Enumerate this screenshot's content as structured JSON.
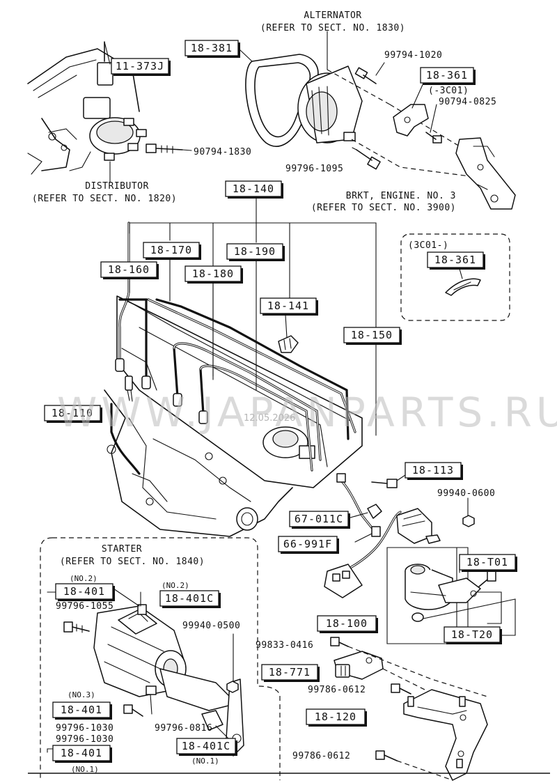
{
  "titles": {
    "alternator": "ALTERNATOR",
    "alternator_ref": "(REFER TO SECT. NO. 1830)",
    "distributor": "DISTRIBUTOR",
    "distributor_ref": "(REFER TO SECT. NO. 1820)",
    "brkt": "BRKT, ENGINE. NO. 3",
    "brkt_ref": "(REFER TO SECT. NO. 3900)",
    "starter": "STARTER",
    "starter_ref": "(REFER TO SECT. NO. 1840)"
  },
  "boxed_parts": {
    "p11_373J": "11-373J",
    "p18_381": "18-381",
    "p18_361": "18-361",
    "p18_140": "18-140",
    "p18_170": "18-170",
    "p18_190": "18-190",
    "p18_160": "18-160",
    "p18_180": "18-180",
    "p18_141": "18-141",
    "p18_150": "18-150",
    "p18_361_alt": "18-361",
    "p18_110": "18-110",
    "p18_113": "18-113",
    "p67_011C": "67-011C",
    "p66_991F": "66-991F",
    "p18_T01": "18-T01",
    "p18_100": "18-100",
    "p18_T20": "18-T20",
    "p18_771": "18-771",
    "p18_120": "18-120",
    "p18_401_a": "18-401",
    "p18_401C_a": "18-401C",
    "p18_401_b": "18-401",
    "p18_401_c": "18-401",
    "p18_401C_b": "18-401C"
  },
  "part_numbers": {
    "n99794_1020": "99794-1020",
    "n3C01": "(-3C01)",
    "n90794_0825": "90794-0825",
    "n90794_1830": "90794-1830",
    "n99796_1095": "99796-1095",
    "n3C01_group": "(3C01-)",
    "n99940_0600": "99940-0600",
    "n99940_0500": "99940-0500",
    "n99833_0416": "99833-0416",
    "n99786_0612_a": "99786-0612",
    "n99786_0612_b": "99786-0612",
    "n99796_1055": "99796-1055",
    "n99796_0816": "99796-0816",
    "n99796_1030_a": "99796-1030",
    "n99796_1030_b": "99796-1030"
  },
  "notes": {
    "no2_a": "(NO.2)",
    "no2_b": "(NO.2)",
    "no3": "(NO.3)",
    "no1_a": "(NO.1)",
    "no1_b": "(NO.1)"
  },
  "watermark": {
    "text": "WWW.JAPANPARTS.RU",
    "date": "12.05.2026"
  }
}
